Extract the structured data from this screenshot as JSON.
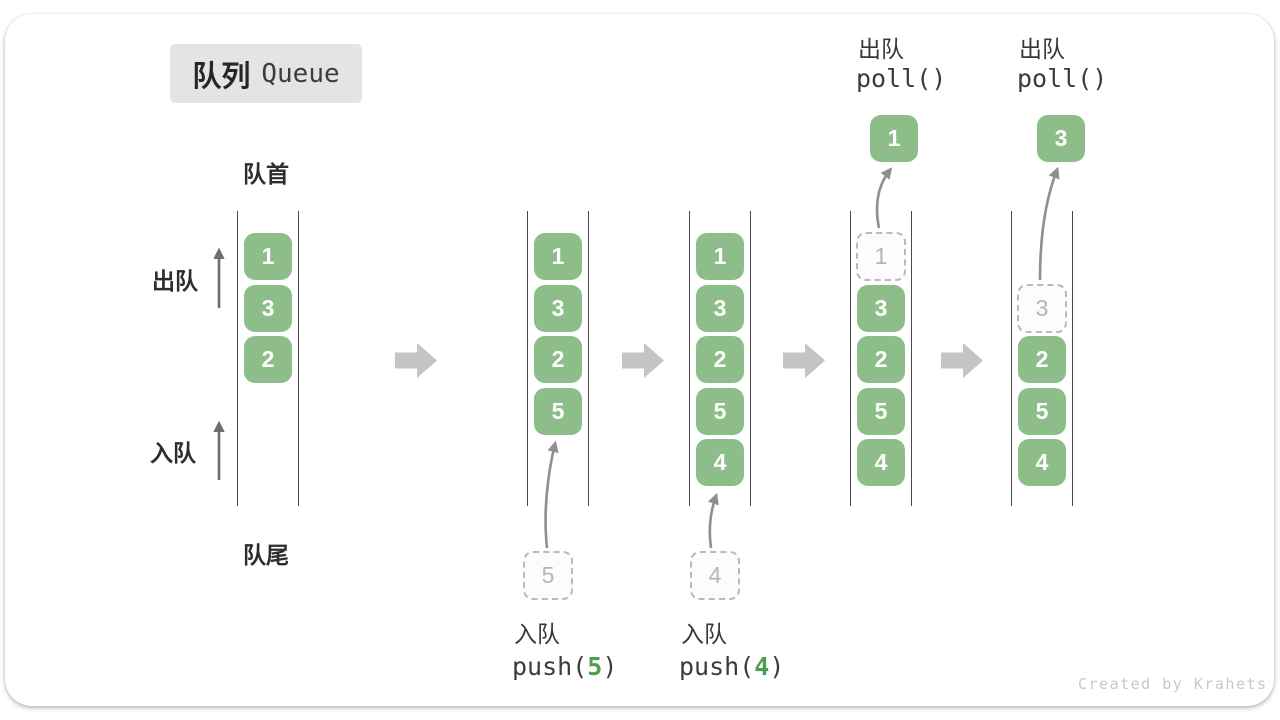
{
  "title": {
    "zh": "队列",
    "en": "Queue"
  },
  "side_labels": {
    "front": "队首",
    "rear": "队尾",
    "dequeue": "出队",
    "enqueue": "入队"
  },
  "colors": {
    "item_green": "#8dbe8a",
    "code_arg_green": "#4d9e50",
    "block_arrow_gray": "#c4c4c4",
    "ghost_gray": "#b9b9b9"
  },
  "states": [
    {
      "cells": [
        {
          "v": "1"
        },
        {
          "v": "3"
        },
        {
          "v": "2"
        }
      ]
    },
    {
      "cells": [
        {
          "v": "1"
        },
        {
          "v": "3"
        },
        {
          "v": "2"
        },
        {
          "v": "5"
        }
      ],
      "pending": "5",
      "op": {
        "action": "入队",
        "fn_open": "push(",
        "arg": "5",
        "fn_close": ")"
      }
    },
    {
      "cells": [
        {
          "v": "1"
        },
        {
          "v": "3"
        },
        {
          "v": "2"
        },
        {
          "v": "5"
        },
        {
          "v": "4"
        }
      ],
      "pending": "4",
      "op": {
        "action": "入队",
        "fn_open": "push(",
        "arg": "4",
        "fn_close": ")"
      }
    },
    {
      "ghost": "1",
      "cells": [
        {
          "v": "3"
        },
        {
          "v": "2"
        },
        {
          "v": "5"
        },
        {
          "v": "4"
        }
      ],
      "popped": "1",
      "op": {
        "action": "出队",
        "fn": "poll()"
      }
    },
    {
      "ghost": "3",
      "cells": [
        {
          "v": "2"
        },
        {
          "v": "5"
        },
        {
          "v": "4"
        }
      ],
      "popped": "3",
      "op": {
        "action": "出队",
        "fn": "poll()"
      }
    }
  ],
  "watermark": "Created by Krahets"
}
